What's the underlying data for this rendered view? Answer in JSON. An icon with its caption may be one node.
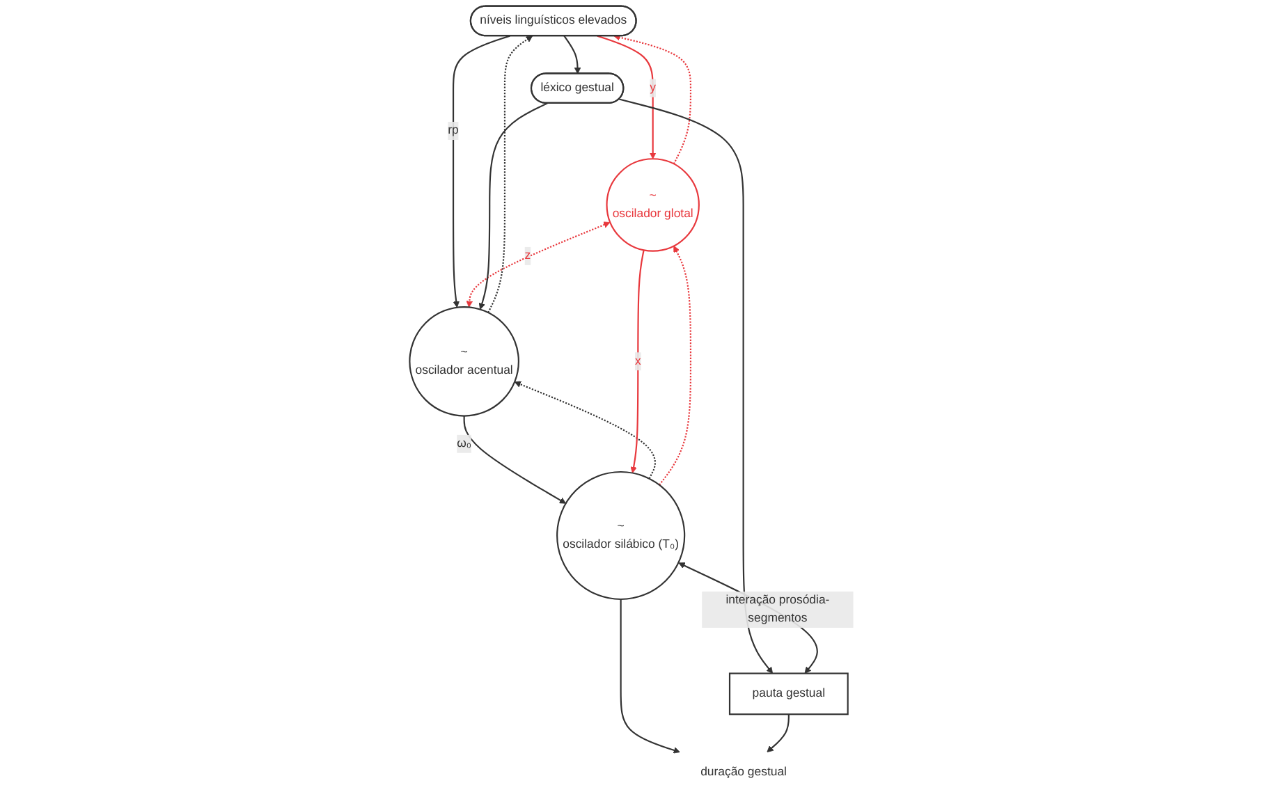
{
  "diagram": {
    "nodes": [
      {
        "text": [
          "níveis linguísticos elevados"
        ]
      },
      {
        "text": [
          "~",
          "oscilador glotal"
        ]
      },
      {
        "text": [
          "~",
          "oscilador acentual"
        ]
      },
      {
        "text": [
          "léxico gestual"
        ]
      },
      {
        "text": [
          "~",
          "oscilador silábico (T₀)"
        ]
      },
      {
        "text": [
          "pauta gestual"
        ]
      },
      {
        "text": [
          "duração gestual"
        ]
      }
    ],
    "edges": [
      {
        "from": 0,
        "to": 1,
        "arrow": "to",
        "label": "y",
        "color": "#e8383d"
      },
      {
        "from": 1,
        "to": 0,
        "arrow": "to",
        "style": "dashed",
        "color": "#e8383d"
      },
      {
        "from": 0,
        "to": 2,
        "arrow": "to",
        "label": "rp"
      },
      {
        "from": 2,
        "to": 0,
        "arrow": "to",
        "style": "dashed"
      },
      {
        "from": 1,
        "to": 2,
        "arrow": "both",
        "label": "z",
        "style": "dashed",
        "color": "#e8383d"
      },
      {
        "from": 0,
        "to": 3,
        "arrow": "to"
      },
      {
        "from": 3,
        "to": 2,
        "arrow": "to"
      },
      {
        "from": 3,
        "to": 5,
        "arrow": "to"
      },
      {
        "from": 2,
        "to": 4,
        "arrow": "to",
        "label": "ω₀"
      },
      {
        "from": 4,
        "to": 2,
        "arrow": "to",
        "style": "dashed"
      },
      {
        "from": 1,
        "to": 4,
        "arrow": "to",
        "label": "x",
        "color": "#e8383d"
      },
      {
        "from": 4,
        "to": 1,
        "arrow": "to",
        "style": "dashed",
        "color": "#e8383d"
      },
      {
        "from": 4,
        "to": 5,
        "arrow": "both",
        "label": "interação prosódia-segmentos"
      },
      {
        "from": 4,
        "to": 6,
        "arrow": "to"
      },
      {
        "from": 5,
        "to": 6,
        "arrow": "to"
      }
    ]
  }
}
